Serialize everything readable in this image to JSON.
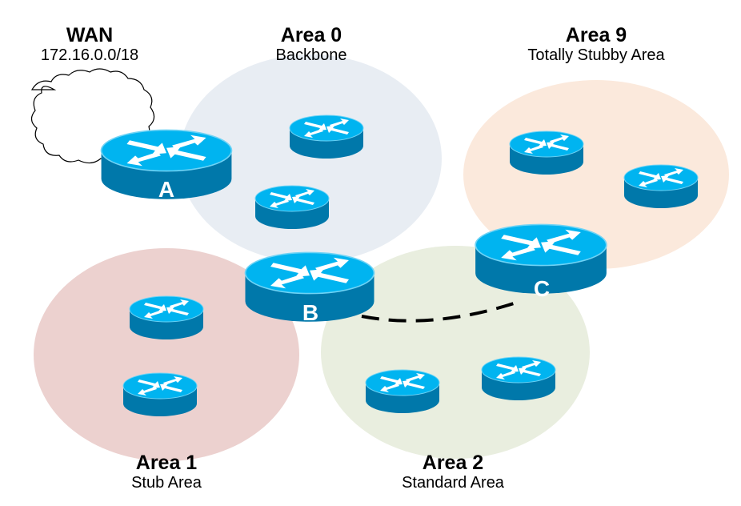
{
  "diagram": {
    "title": "OSPF Areas",
    "colors": {
      "router_top": "#00b4f0",
      "router_side": "#0078aa",
      "area0": "#e8edf3",
      "area1": "#ecd1cf",
      "area2": "#e9eedf",
      "area9": "#fbe9dc"
    },
    "labels": {
      "wan": {
        "title": "WAN",
        "subtitle": "172.16.0.0/18"
      },
      "area0": {
        "title": "Area 0",
        "subtitle": "Backbone"
      },
      "area9": {
        "title": "Area 9",
        "subtitle": "Totally Stubby Area"
      },
      "area1": {
        "title": "Area 1",
        "subtitle": "Stub Area"
      },
      "area2": {
        "title": "Area 2",
        "subtitle": "Standard Area"
      }
    },
    "routers": {
      "a": {
        "label": "A"
      },
      "b": {
        "label": "B"
      },
      "c": {
        "label": "C"
      }
    },
    "links": [
      {
        "from": "B",
        "to": "C",
        "style": "dashed"
      }
    ]
  }
}
